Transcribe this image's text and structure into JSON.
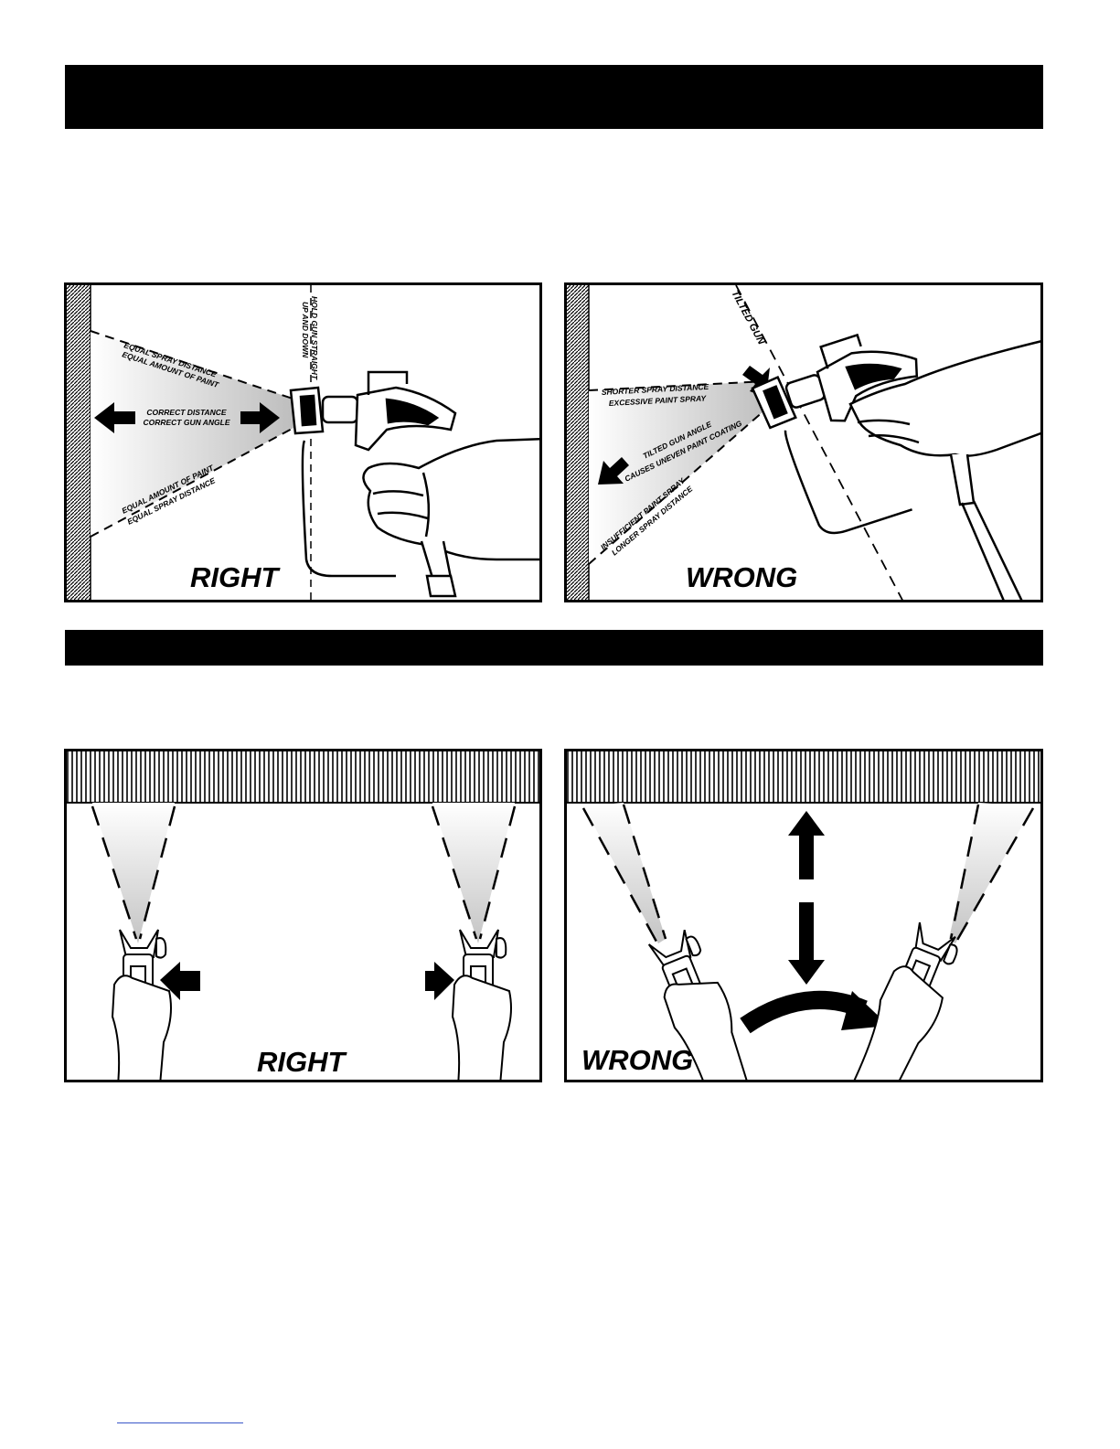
{
  "section1": {
    "right_panel": {
      "title": "RIGHT",
      "top_label_1": "EQUAL SPRAY DISTANCE",
      "top_label_2": "EQUAL AMOUNT OF PAINT",
      "center_label_1": "CORRECT DISTANCE",
      "center_label_2": "CORRECT GUN ANGLE",
      "bottom_label_1": "EQUAL AMOUNT OF PAINT",
      "bottom_label_2": "EQUAL SPRAY DISTANCE",
      "vertical_label_1": "HOLD GUN STRAIGHT",
      "vertical_label_2": "UP AND DOWN"
    },
    "wrong_panel": {
      "title": "WRONG",
      "tilted_label": "TILTED GUN",
      "top_label_1": "SHORTER SPRAY DISTANCE",
      "top_label_2": "EXCESSIVE PAINT SPRAY",
      "mid_label_1": "TILTED GUN ANGLE",
      "mid_label_2": "CAUSES UNEVEN PAINT COATING",
      "bottom_label_1": "INSUFFICIENT PAINT SPRAY",
      "bottom_label_2": "LONGER SPRAY DISTANCE"
    }
  },
  "section2": {
    "right_panel": {
      "title": "RIGHT"
    },
    "wrong_panel": {
      "title": "WRONG"
    }
  },
  "colors": {
    "ink": "#000000",
    "spray_shade": "#d0d0d0",
    "page": "#ffffff",
    "footer_line": "#3a56c8"
  }
}
